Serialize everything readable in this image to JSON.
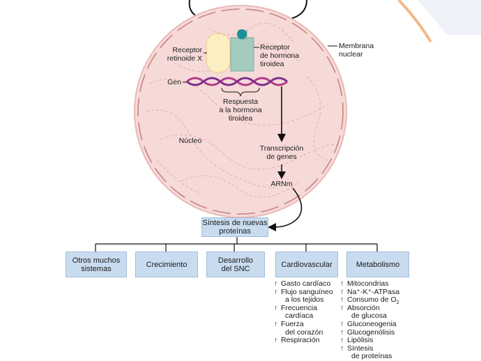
{
  "colors": {
    "nucleus_fill": "#f6dad8",
    "nucleus_border": "#e9b9b6",
    "retinoid_receptor": "#fbeec0",
    "thyroid_receptor": "#a3cbbf",
    "hormone": "#1a8f97",
    "dna_magenta": "#b23a86",
    "dna_purple": "#7a2f8c",
    "box_fill": "#c9dcef",
    "cell_border": "#f3b887"
  },
  "labels": {
    "receptor_retinoide_1": "Receptor",
    "receptor_retinoide_2": "retinoide X",
    "receptor_hormona_1": "Receptor",
    "receptor_hormona_2": "de hormona",
    "receptor_hormona_3": "tiroidea",
    "membrana_1": "Membrana",
    "membrana_2": "nuclear",
    "gen": "Gen",
    "respuesta_1": "Respuesta",
    "respuesta_2": "a la hormona",
    "respuesta_3": "tiroidea",
    "nucleo": "Núcleo",
    "transcripcion_1": "Transcripción",
    "transcripcion_2": "de genes",
    "arnm": "ARNm"
  },
  "synthesis_box": {
    "line1": "Síntesis de nuevas",
    "line2": "proteínas"
  },
  "effect_boxes": {
    "otros_1": "Otros muchos",
    "otros_2": "sistemas",
    "crecimiento": "Crecimiento",
    "snc_1": "Desarrollo",
    "snc_2": "del SNC",
    "cardiovascular": "Cardiovascular",
    "metabolismo": "Metabolismo"
  },
  "up_symbol": "↑",
  "cardiovascular_effects": {
    "e1": "Gasto cardíaco",
    "e2a": "Flujo sanguíneo",
    "e2b": "a los tejidos",
    "e3a": "Frecuencia",
    "e3b": "cardíaca",
    "e4a": "Fuerza",
    "e4b": "del corazón",
    "e5": "Respiración"
  },
  "metabolism_effects": {
    "e1": "Mitocondrias",
    "e2": "Na⁺-K⁺-ATPasa",
    "e3_main": "Consumo de O",
    "e3_sub": "2",
    "e4a": "Absorción",
    "e4b": "de glucosa",
    "e5": "Gluconeogenia",
    "e6": "Glucogenólisis",
    "e7": "Lipólisis",
    "e8a": "Síntesis",
    "e8b": "de proteínas"
  }
}
